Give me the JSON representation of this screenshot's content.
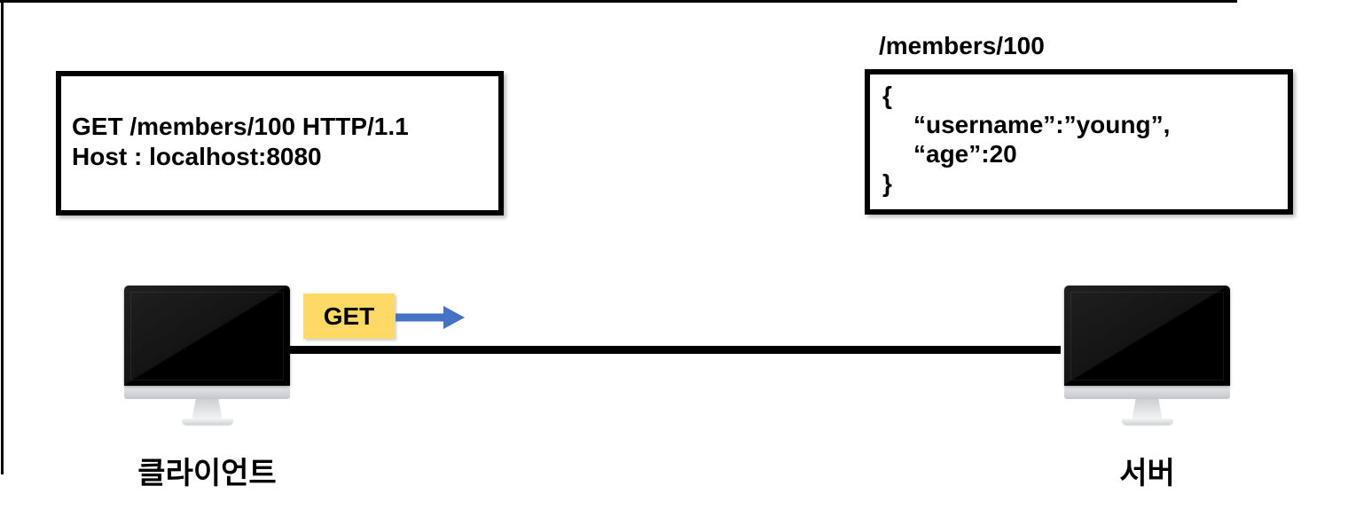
{
  "request_box": {
    "line1": "GET /members/100 HTTP/1.1",
    "line2": "Host : localhost:8080"
  },
  "response_box": {
    "path_label": "/members/100",
    "lines": [
      "{",
      "“username”:”young”,",
      "“age”:20",
      "}"
    ]
  },
  "flow": {
    "method_badge": "GET",
    "arrow_icon": "arrow-right-icon"
  },
  "nodes": {
    "client_label": "클라이언트",
    "server_label": "서버"
  },
  "colors": {
    "badge_yellow": "#FFD966",
    "arrow_blue": "#4472C4",
    "line_black": "#000000"
  }
}
